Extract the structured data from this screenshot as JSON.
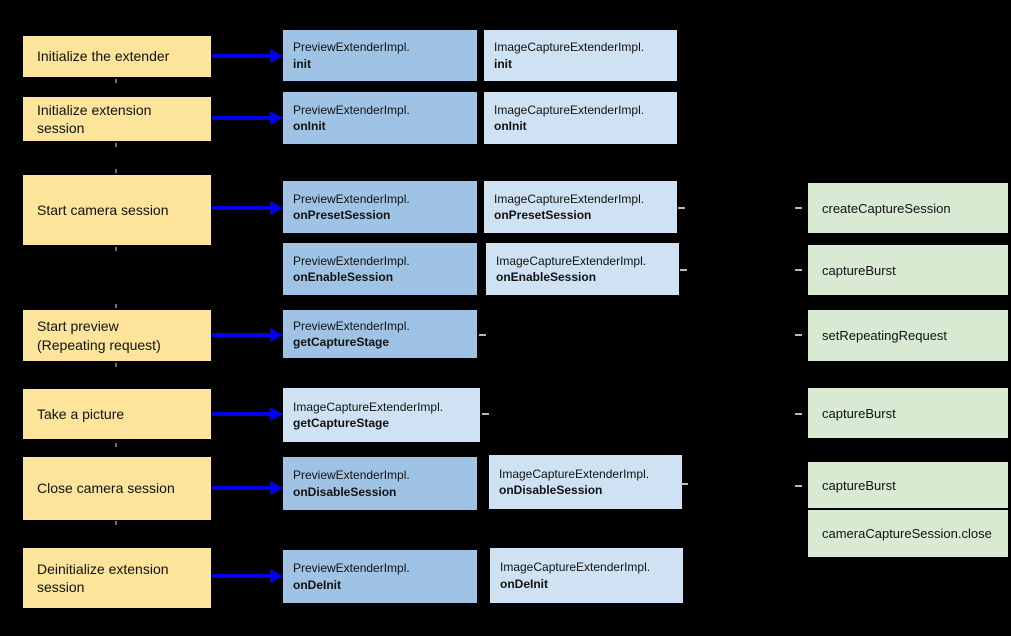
{
  "colors": {
    "background": "#000000",
    "step_bg": "#FCE49B",
    "preview_bg": "#9FC3E4",
    "image_capture_bg": "#CFE2F3",
    "api_bg": "#D9EAD3",
    "arrow": "#0101EE",
    "text": "#111111"
  },
  "diagram": {
    "steps": [
      {
        "label": "Initialize the extender"
      },
      {
        "label": "Initialize extension session"
      },
      {
        "label": "Start camera session"
      },
      {
        "label": "Start preview\n(Repeating request)"
      },
      {
        "label": "Take a picture"
      },
      {
        "label": "Close camera session"
      },
      {
        "label": "Deinitialize extension session"
      }
    ],
    "preview_extender": [
      {
        "class_name": "PreviewExtenderImpl.",
        "method": "init"
      },
      {
        "class_name": "PreviewExtenderImpl.",
        "method": "onInit"
      },
      {
        "class_name": "PreviewExtenderImpl.",
        "method": "onPresetSession"
      },
      {
        "class_name": "PreviewExtenderImpl.",
        "method": "onEnableSession"
      },
      {
        "class_name": "PreviewExtenderImpl.",
        "method": "getCaptureStage"
      },
      {
        "class_name": "PreviewExtenderImpl.",
        "method": "onDisableSession"
      },
      {
        "class_name": "PreviewExtenderImpl.",
        "method": "onDeInit"
      }
    ],
    "image_capture_extender": [
      {
        "class_name": "ImageCaptureExtenderImpl.",
        "method": "init"
      },
      {
        "class_name": "ImageCaptureExtenderImpl.",
        "method": "onInit"
      },
      {
        "class_name": "ImageCaptureExtenderImpl.",
        "method": "onPresetSession"
      },
      {
        "class_name": "ImageCaptureExtenderImpl.",
        "method": "onEnableSession"
      },
      {
        "class_name": "ImageCaptureExtenderImpl.",
        "method": "getCaptureStage"
      },
      {
        "class_name": "ImageCaptureExtenderImpl.",
        "method": "onDisableSession"
      },
      {
        "class_name": "ImageCaptureExtenderImpl.",
        "method": "onDeInit"
      }
    ],
    "camera2_calls": [
      {
        "label": "createCaptureSession"
      },
      {
        "label": "captureBurst"
      },
      {
        "label": "setRepeatingRequest"
      },
      {
        "label": "captureBurst"
      },
      {
        "label": "captureBurst"
      },
      {
        "label": "cameraCaptureSession.close"
      }
    ]
  }
}
